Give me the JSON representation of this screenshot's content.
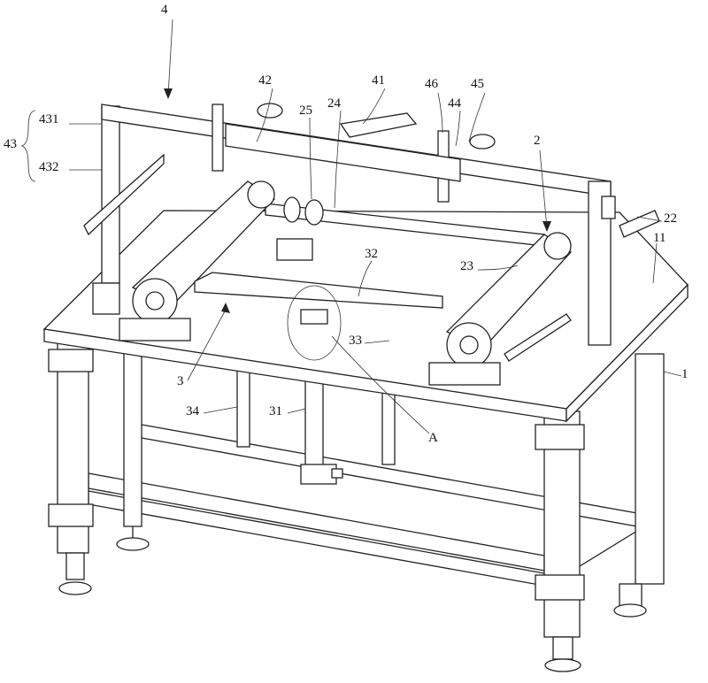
{
  "figure": {
    "labels": {
      "l4": "4",
      "l42": "42",
      "l41": "41",
      "l46": "46",
      "l45": "45",
      "l44": "44",
      "l25": "25",
      "l24": "24",
      "l2": "2",
      "l431": "431",
      "l43": "43",
      "l432": "432",
      "l22": "22",
      "l11": "11",
      "l23": "23",
      "l32": "32",
      "l33": "33",
      "l3": "3",
      "l1": "1",
      "l34": "34",
      "l31": "31",
      "lA": "A"
    }
  }
}
